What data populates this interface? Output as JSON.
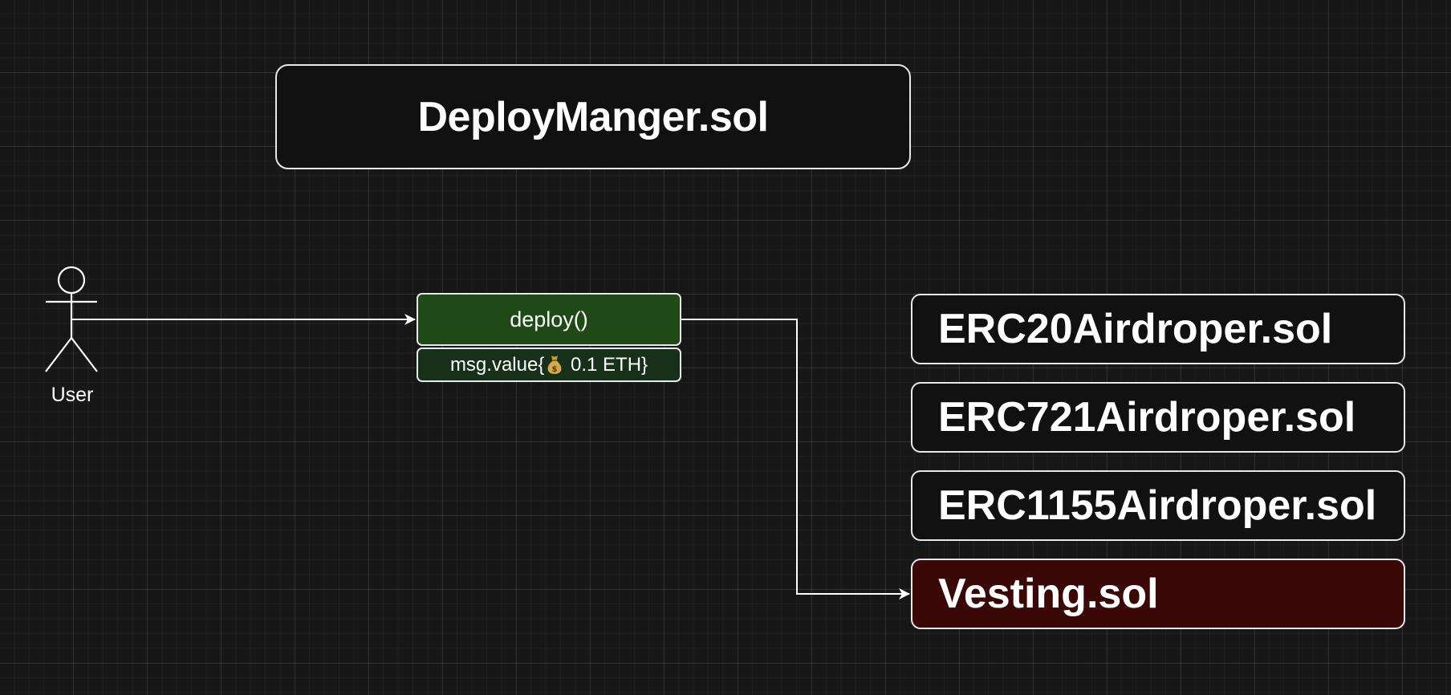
{
  "diagram": {
    "title": "DeployManger.sol",
    "actor": {
      "label": "User"
    },
    "method": {
      "label": "deploy()",
      "payload_prefix": "msg.value{",
      "payload_icon": "money-bag-icon",
      "payload_suffix": " 0.1 ETH}"
    },
    "contracts": [
      {
        "label": "ERC20Airdroper.sol"
      },
      {
        "label": "ERC721Airdroper.sol"
      },
      {
        "label": "ERC1155Airdroper.sol"
      },
      {
        "label": "Vesting.sol",
        "highlighted": true
      }
    ],
    "colors": {
      "background": "#171717",
      "method_fill": "#1f4a17",
      "payload_fill": "#16301a",
      "highlight_fill": "#3b0808",
      "box_fill": "#111111",
      "stroke": "#e8e8e8"
    }
  }
}
